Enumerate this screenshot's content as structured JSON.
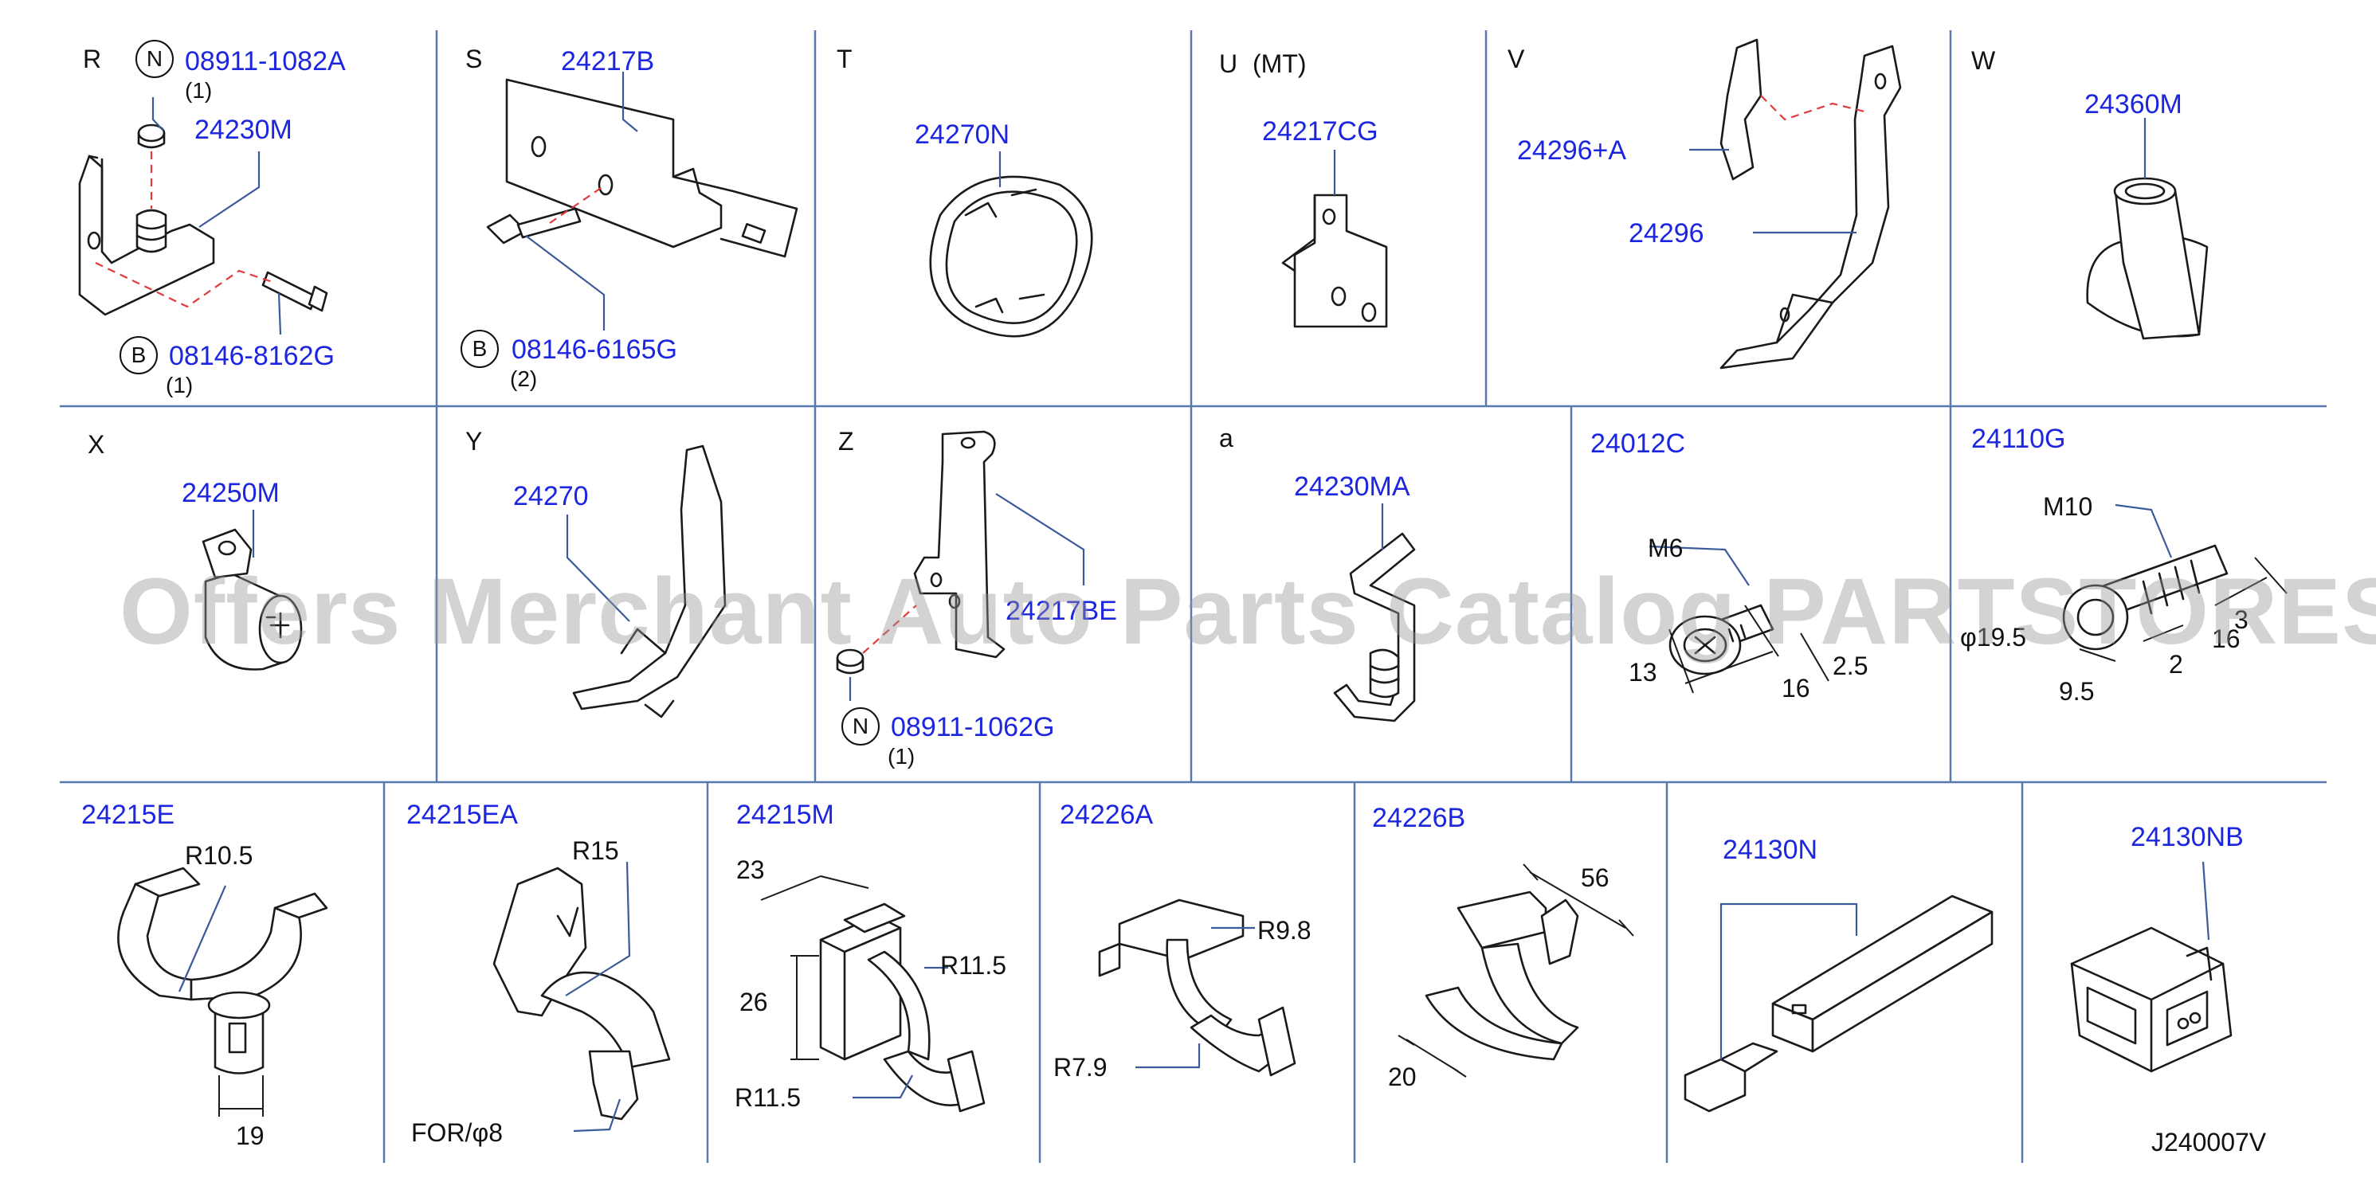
{
  "sections": {
    "R": {
      "letter": "R",
      "n_mark": "N",
      "n_part": "08911-1082A",
      "n_qty": "(1)",
      "part": "24230M",
      "b_mark": "B",
      "b_part": "08146-8162G",
      "b_qty": "(1)"
    },
    "S": {
      "letter": "S",
      "part": "24217B",
      "b_mark": "B",
      "b_part": "08146-6165G",
      "b_qty": "(2)"
    },
    "T": {
      "letter": "T",
      "part": "24270N"
    },
    "U": {
      "letter": "U",
      "variant": "(MT)",
      "part": "24217CG"
    },
    "V": {
      "letter": "V",
      "part_a": "24296+A",
      "part_b": "24296"
    },
    "W": {
      "letter": "W",
      "part": "24360M"
    },
    "X": {
      "letter": "X",
      "part": "24250M"
    },
    "Y": {
      "letter": "Y",
      "part": "24270"
    },
    "Z": {
      "letter": "Z",
      "part": "24217BE",
      "n_mark": "N",
      "n_part": "08911-1062G",
      "n_qty": "(1)"
    },
    "a": {
      "letter": "a",
      "part": "24230MA"
    },
    "bolt1": {
      "part": "24012C",
      "thread": "M6",
      "d1": "13",
      "d2": "16",
      "d3": "2.5"
    },
    "bolt2": {
      "part": "24110G",
      "thread": "M10",
      "d1": "φ19.5",
      "d2": "9.5",
      "d3": "2",
      "d4": "16",
      "d5": "3"
    },
    "clip1": {
      "part": "24215E",
      "r": "R10.5",
      "w": "19"
    },
    "clip2": {
      "part": "24215EA",
      "r": "R15",
      "note": "FOR/φ8"
    },
    "clip3": {
      "part": "24215M",
      "h1": "23",
      "h2": "26",
      "r1": "R11.5",
      "r2": "R11.5"
    },
    "clip4": {
      "part": "24226A",
      "r1": "R9.8",
      "r2": "R7.9"
    },
    "clip5": {
      "part": "24226B",
      "w1": "56",
      "w2": "20"
    },
    "conn1": {
      "part": "24130N"
    },
    "conn2": {
      "part": "24130NB"
    }
  },
  "diagram_code": "J240007V",
  "watermark": "Offers Merchant Auto Parts Catalog PARTSTORESA"
}
